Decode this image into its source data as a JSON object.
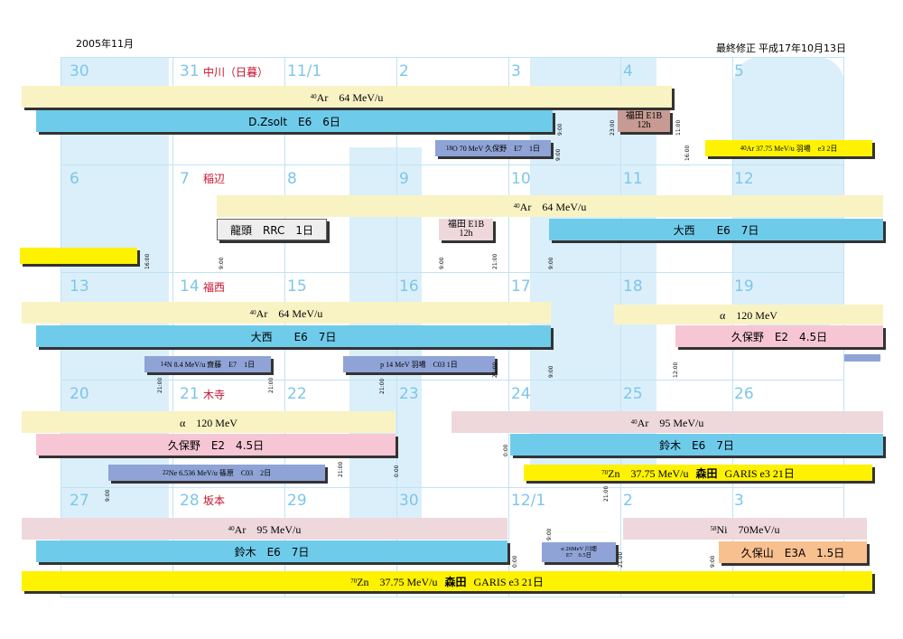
{
  "header": {
    "month": "2005年11月",
    "revision_label": "最終修正",
    "revision_date": "平成17年10月13日"
  },
  "days": {
    "d30": "30",
    "d31": "31",
    "d11_1": "11/1",
    "d2": "2",
    "d3": "3",
    "d4": "4",
    "d5": "5",
    "d6": "6",
    "d7": "7",
    "d8": "8",
    "d9": "9",
    "d10": "10",
    "d11": "11",
    "d12": "12",
    "d13": "13",
    "d14": "14",
    "d15": "15",
    "d16": "16",
    "d17": "17",
    "d18": "18",
    "d19": "19",
    "d20": "20",
    "d21": "21",
    "d22": "22",
    "d23": "23",
    "d24": "24",
    "d25": "25",
    "d26": "26",
    "d27": "27",
    "d28": "28",
    "d29": "29",
    "d30b": "30",
    "d12_1": "12/1",
    "d2b": "2",
    "d3b": "3"
  },
  "operators": {
    "w1": "中川（日暮）",
    "w2": "稲辺",
    "w3": "福西",
    "w4": "木寺",
    "w5": "坂本"
  },
  "week1": {
    "beam_ar": "Ar　64 MeV/u",
    "beam_ar_mass": "40",
    "dzsolt": "D.Zsolt　E6　6日",
    "fukuda_e1b": "福田 E1B",
    "fukuda_12h": "12h",
    "o_mass": "18",
    "o_bar": "O 70 MeV  久保野　E7　1日",
    "ar2_mass": "40",
    "ar2_bar": "Ar 37.75 MeV/u  羽場　e3  2日",
    "t_900a": "9:00",
    "t_2300": "23:00",
    "t_1100": "11:00",
    "t_900b": "9:00",
    "t_1600": "16:00"
  },
  "week2": {
    "beam_ar": "Ar　64 MeV/u",
    "beam_ar_mass": "40",
    "ryuzu": "龍頭　RRC　1日",
    "fukuda_e1b": "福田 E1B",
    "fukuda_12h": "12h",
    "onishi": "大西　　E6　7日",
    "t_1600": "16:00",
    "t_900a": "9:00",
    "t_900b": "9:00",
    "t_2100": "21:00",
    "t_900c": "9:00"
  },
  "week3": {
    "beam_ar": "Ar　64 MeV/u",
    "beam_ar_mass": "40",
    "onishi": "大西　　E6　7日",
    "alpha": "α　120 MeV",
    "kubono": "久保野　E2　4.5日",
    "n_mass": "14",
    "n_bar": "N 8.4 MeV/u  齋藤　E7　1日",
    "p_bar": "p 14 MeV  羽場　C03  1日",
    "t_2100a": "21:00",
    "t_2100b": "21:00",
    "t_2100c": "21:00",
    "t_900": "9:00",
    "t_1200": "12:00"
  },
  "week4": {
    "alpha": "α　120 MeV",
    "kubono": "久保野　E2　4.5日",
    "beam_ar": "Ar　95 MeV/u",
    "beam_ar_mass": "40",
    "suzuki": "鈴木　E6　7日",
    "ne_mass": "22",
    "ne_bar": "Ne 6.536 MeV/u  篠原　C03　2日",
    "zn_mass": "70",
    "zn_bar_a": "Zn　37.75 MeV/u",
    "zn_bar_b": "森田",
    "zn_bar_c": "GARIS e3  21日",
    "t_900": "9:00",
    "t_000a": "0:00",
    "t_000b": "0:00",
    "t_2100": "21:00",
    "t_2100b": "21:00"
  },
  "week5": {
    "beam_ar": "Ar　95 MeV/u",
    "beam_ar_mass": "40",
    "suzuki": "鈴木　E6　7日",
    "alpha_small_1": "α 26MeV  川畑",
    "alpha_small_2": "E7　0.5日",
    "ni_mass": "58",
    "ni_bar": "Ni　70MeV/u",
    "kubo": "久保山　E3A　1.5日",
    "zn_mass": "70",
    "zn_bar_a": "Zn　37.75 MeV/u",
    "zn_bar_b": "森田",
    "zn_bar_c": "GARIS e3  21日",
    "t_900": "9:00",
    "t_000": "0:00",
    "t_2100": "21:00",
    "t_900b": "9:00"
  },
  "colors": {
    "beam": "#f9f3c4",
    "experiment": "#6fcbea",
    "pink": "#f7c6d4",
    "yellow": "#fff200",
    "purple": "#8fa3d6",
    "tan": "#c79b93",
    "orange": "#f8bf8f",
    "grid": "#bfe3f5",
    "day_number": "#7cc6ea",
    "operator": "#c8102e"
  }
}
